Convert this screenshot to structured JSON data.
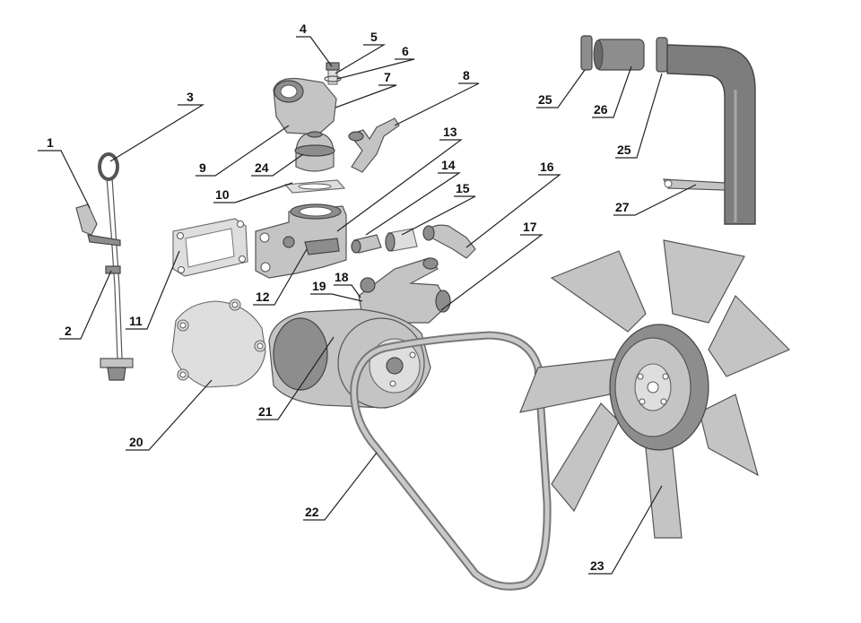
{
  "diagram": {
    "callouts": [
      {
        "id": "c1",
        "label": "1"
      },
      {
        "id": "c2",
        "label": "2"
      },
      {
        "id": "c3",
        "label": "3"
      },
      {
        "id": "c4",
        "label": "4"
      },
      {
        "id": "c5",
        "label": "5"
      },
      {
        "id": "c6",
        "label": "6"
      },
      {
        "id": "c7",
        "label": "7"
      },
      {
        "id": "c8",
        "label": "8"
      },
      {
        "id": "c9",
        "label": "9"
      },
      {
        "id": "c10",
        "label": "10"
      },
      {
        "id": "c11",
        "label": "11"
      },
      {
        "id": "c12",
        "label": "12"
      },
      {
        "id": "c13",
        "label": "13"
      },
      {
        "id": "c14",
        "label": "14"
      },
      {
        "id": "c15",
        "label": "15"
      },
      {
        "id": "c16",
        "label": "16"
      },
      {
        "id": "c17",
        "label": "17"
      },
      {
        "id": "c18",
        "label": "18"
      },
      {
        "id": "c19",
        "label": "19"
      },
      {
        "id": "c20",
        "label": "20"
      },
      {
        "id": "c21",
        "label": "21"
      },
      {
        "id": "c22",
        "label": "22"
      },
      {
        "id": "c23",
        "label": "23"
      },
      {
        "id": "c24",
        "label": "24"
      },
      {
        "id": "c25a",
        "label": "25"
      },
      {
        "id": "c26",
        "label": "26"
      },
      {
        "id": "c25b",
        "label": "25"
      },
      {
        "id": "c27",
        "label": "27"
      }
    ]
  }
}
